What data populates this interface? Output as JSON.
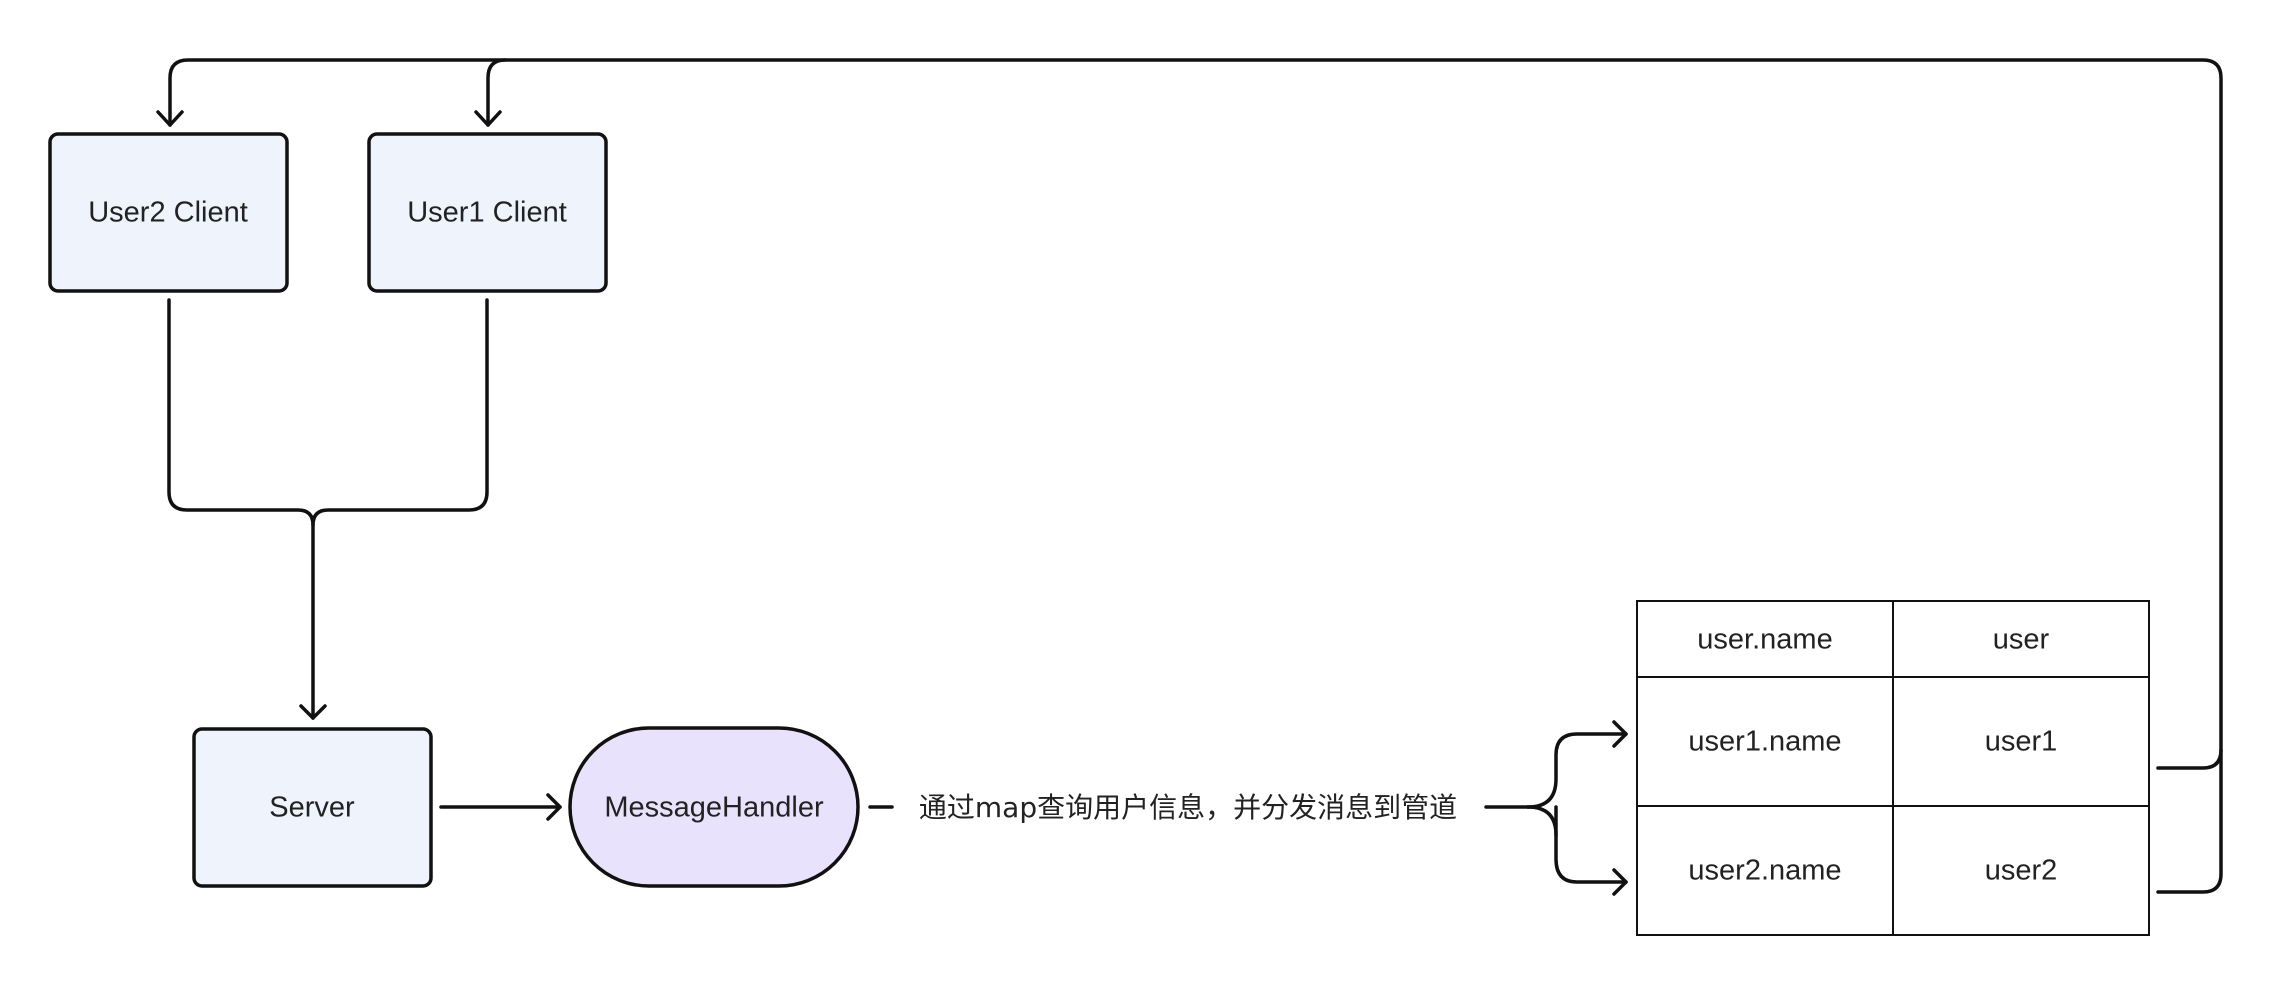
{
  "nodes": {
    "user2_client": {
      "label": "User2 Client"
    },
    "user1_client": {
      "label": "User1 Client"
    },
    "server": {
      "label": "Server"
    },
    "message_handler": {
      "label": "MessageHandler"
    }
  },
  "edge_label": "通过map查询用户信息，并分发消息到管道",
  "table": {
    "headers": [
      "user.name",
      "user"
    ],
    "rows": [
      [
        "user1.name",
        "user1"
      ],
      [
        "user2.name",
        "user2"
      ]
    ]
  },
  "colors": {
    "client_fill": "#eef3fc",
    "server_fill": "#eef3fc",
    "handler_fill": "#e9e2fc",
    "stroke": "#111111"
  }
}
